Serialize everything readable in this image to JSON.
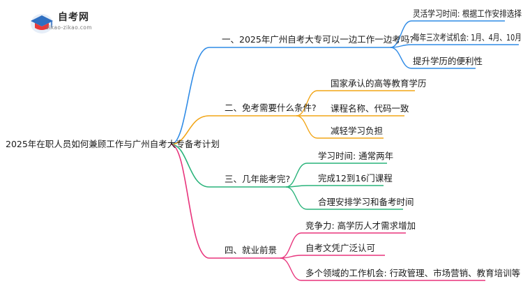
{
  "logo": {
    "name": "自考网",
    "url": "zikao-zikao.com"
  },
  "root": "2025年在职人员如何兼顾工作与广州自考大专备考计划",
  "colors": {
    "branch1": "#2f8be6",
    "branch2": "#f2a516",
    "branch3": "#29b37a",
    "branch4": "#e8347c",
    "logo_blue": "#2f6fc1",
    "logo_red": "#e83a3a"
  },
  "branches": [
    {
      "label": "一、2025年广州自考大专可以一边工作一边考吗?",
      "children": [
        "灵活学习时间: 根据工作安排选择",
        "每年三次考试机会: 1月、4月、10月",
        "提升学历的便利性"
      ]
    },
    {
      "label": "二、免考需要什么条件?",
      "children": [
        "国家承认的高等教育学历",
        "课程名称、代码一致",
        "减轻学习负担"
      ]
    },
    {
      "label": "三、几年能考完?",
      "children": [
        "学习时间: 通常两年",
        "完成12到16门课程",
        "合理安排学习和备考时间"
      ]
    },
    {
      "label": "四、就业前景",
      "children": [
        "竞争力: 高学历人才需求增加",
        "自考文凭广泛认可",
        "多个领域的工作机会: 行政管理、市场营销、教育培训等"
      ]
    }
  ]
}
